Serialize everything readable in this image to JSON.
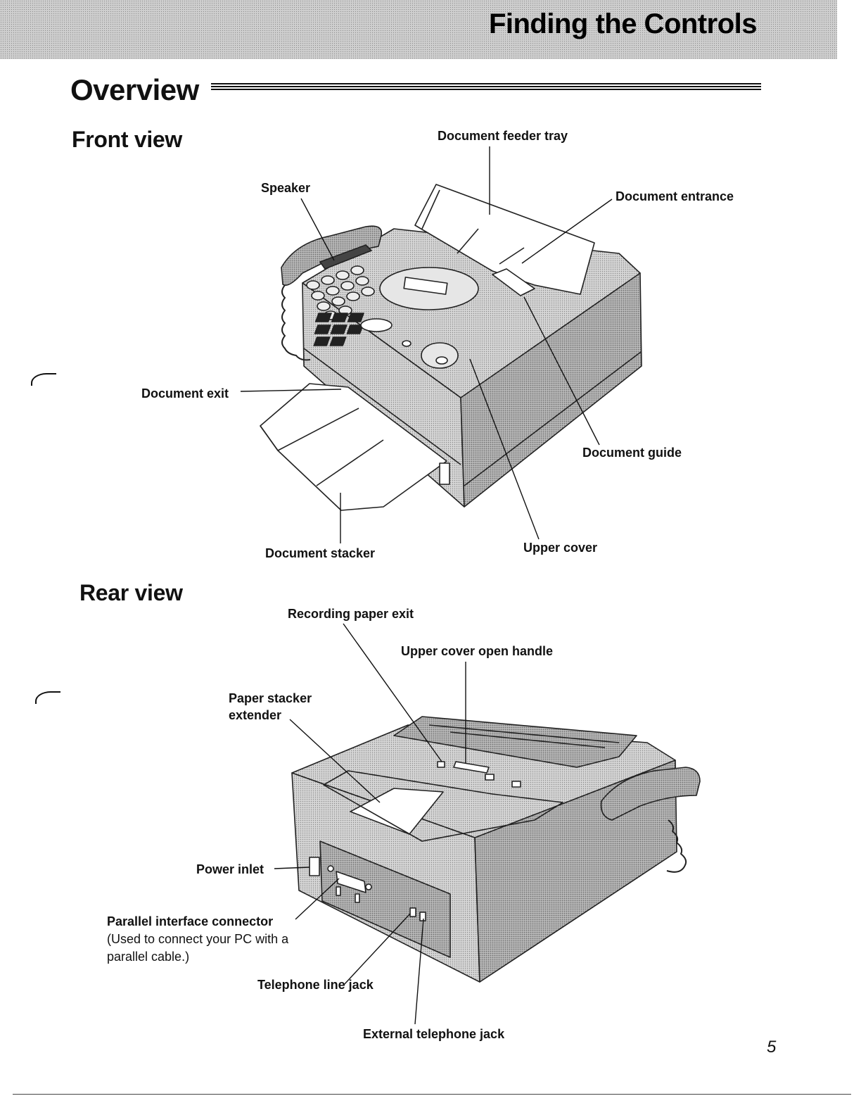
{
  "header": {
    "chapter_title": "Finding the Controls"
  },
  "section": {
    "title": "Overview"
  },
  "front_view": {
    "title": "Front view",
    "labels": {
      "document_feeder_tray": "Document feeder tray",
      "speaker": "Speaker",
      "document_entrance": "Document entrance",
      "document_exit": "Document exit",
      "document_guide": "Document guide",
      "document_stacker": "Document stacker",
      "upper_cover": "Upper cover"
    }
  },
  "rear_view": {
    "title": "Rear view",
    "labels": {
      "recording_paper_exit": "Recording paper exit",
      "upper_cover_open_handle": "Upper cover open handle",
      "paper_stacker_extender_1": "Paper stacker",
      "paper_stacker_extender_2": "extender",
      "power_inlet": "Power inlet",
      "parallel_interface_connector": "Parallel interface connector",
      "parallel_note_1": "(Used to connect your PC with a",
      "parallel_note_2": "parallel cable.)",
      "telephone_line_jack": "Telephone line jack",
      "external_telephone_jack": "External telephone jack"
    }
  },
  "footer": {
    "page_number": "5"
  },
  "colors": {
    "ink": "#111111",
    "screen_tone": "#cfcfcf",
    "illustration_fill": "#d6d6d6"
  }
}
